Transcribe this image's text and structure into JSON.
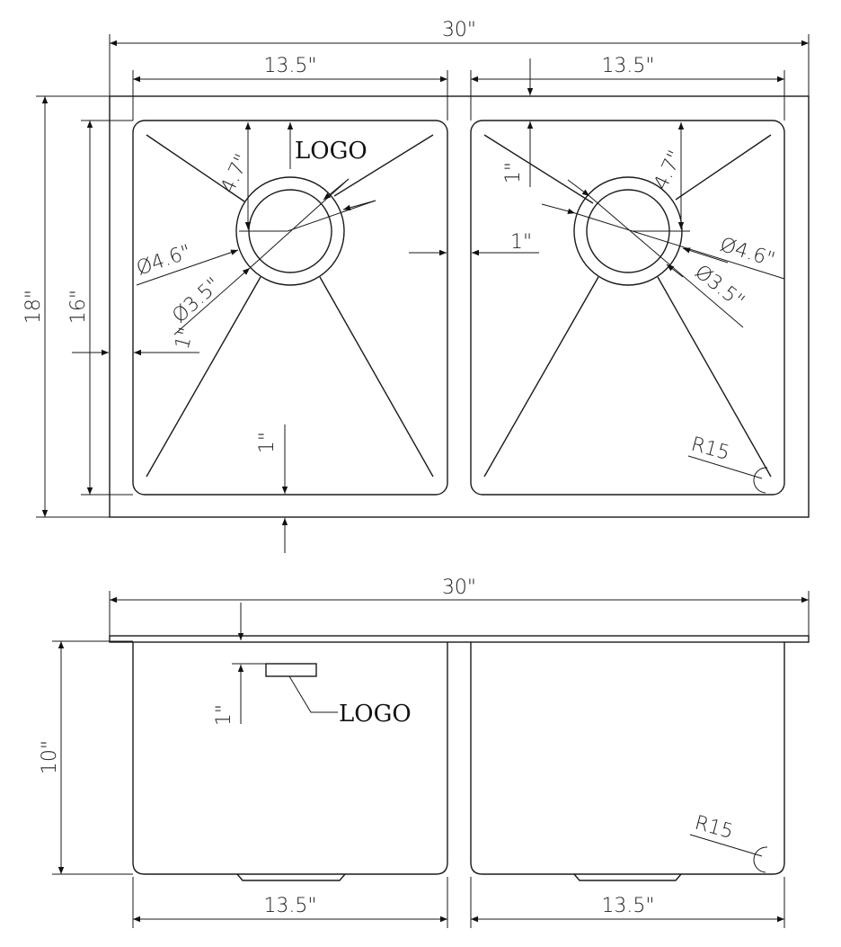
{
  "top_view": {
    "overall_width": "30\"",
    "bowl_left_width": "13.5\"",
    "bowl_right_width": "13.5\"",
    "overall_depth": "18\"",
    "bowl_depth": "16\"",
    "logo": "LOGO",
    "left_drain_offset": "4.7\"",
    "right_drain_offset": "4.7\"",
    "left_outer_diameter": "Ø4.6\"",
    "left_inner_diameter": "Ø3.5\"",
    "right_outer_diameter": "Ø4.6\"",
    "right_inner_diameter": "Ø3.5\"",
    "center_divider": "1\"",
    "left_rim": "1\"",
    "bottom_rim": "1\"",
    "top_rim": "1\"",
    "corner_radius": "R15"
  },
  "side_view": {
    "overall_width": "30\"",
    "height": "10\"",
    "logo_offset": "1\"",
    "logo": "LOGO",
    "bowl_left_width": "13.5\"",
    "bowl_right_width": "13.5\"",
    "corner_radius": "R15"
  },
  "colors": {
    "line": "#1a1a1a",
    "background": "#ffffff"
  }
}
